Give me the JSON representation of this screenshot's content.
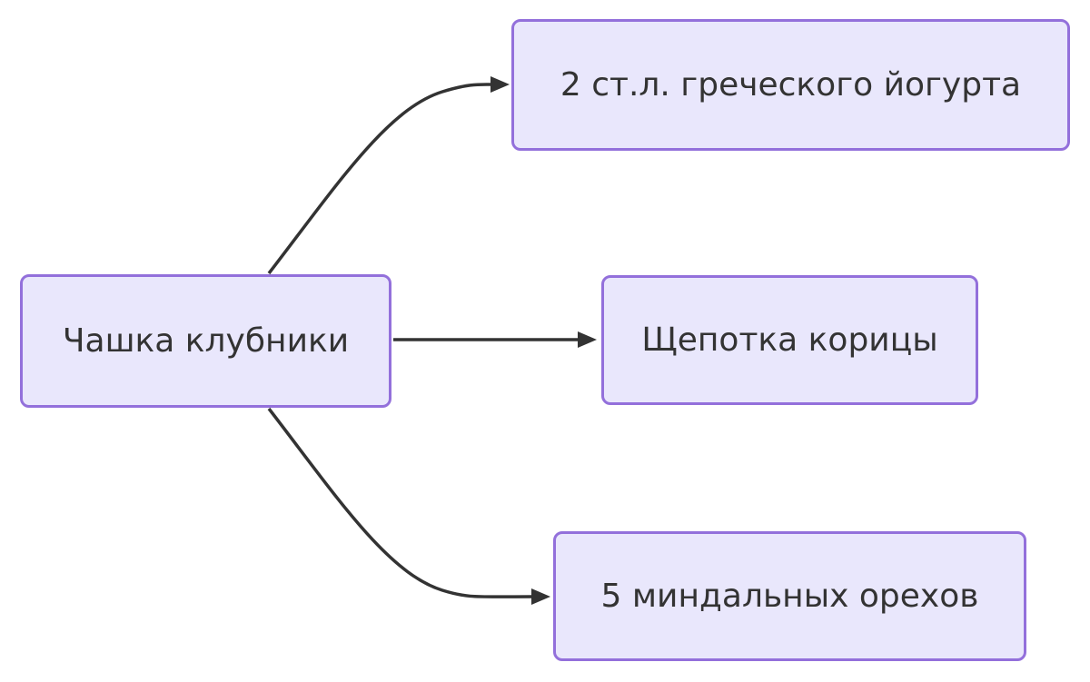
{
  "diagram": {
    "type": "flowchart",
    "direction": "left-to-right",
    "background_color": "#ffffff",
    "node_fill_color": "#E9E7FC",
    "node_border_color": "#9370DB",
    "node_text_color": "#333333",
    "edge_color": "#333333",
    "nodes": [
      {
        "id": "A",
        "label": "Чашка клубники"
      },
      {
        "id": "B",
        "label": "2 ст.л. греческого йогурта"
      },
      {
        "id": "C",
        "label": "Щепотка корицы"
      },
      {
        "id": "D",
        "label": "5 миндальных орехов"
      }
    ],
    "edges": [
      {
        "from": "A",
        "to": "B",
        "style": "curved-arrow"
      },
      {
        "from": "A",
        "to": "C",
        "style": "straight-arrow"
      },
      {
        "from": "A",
        "to": "D",
        "style": "curved-arrow"
      }
    ]
  }
}
